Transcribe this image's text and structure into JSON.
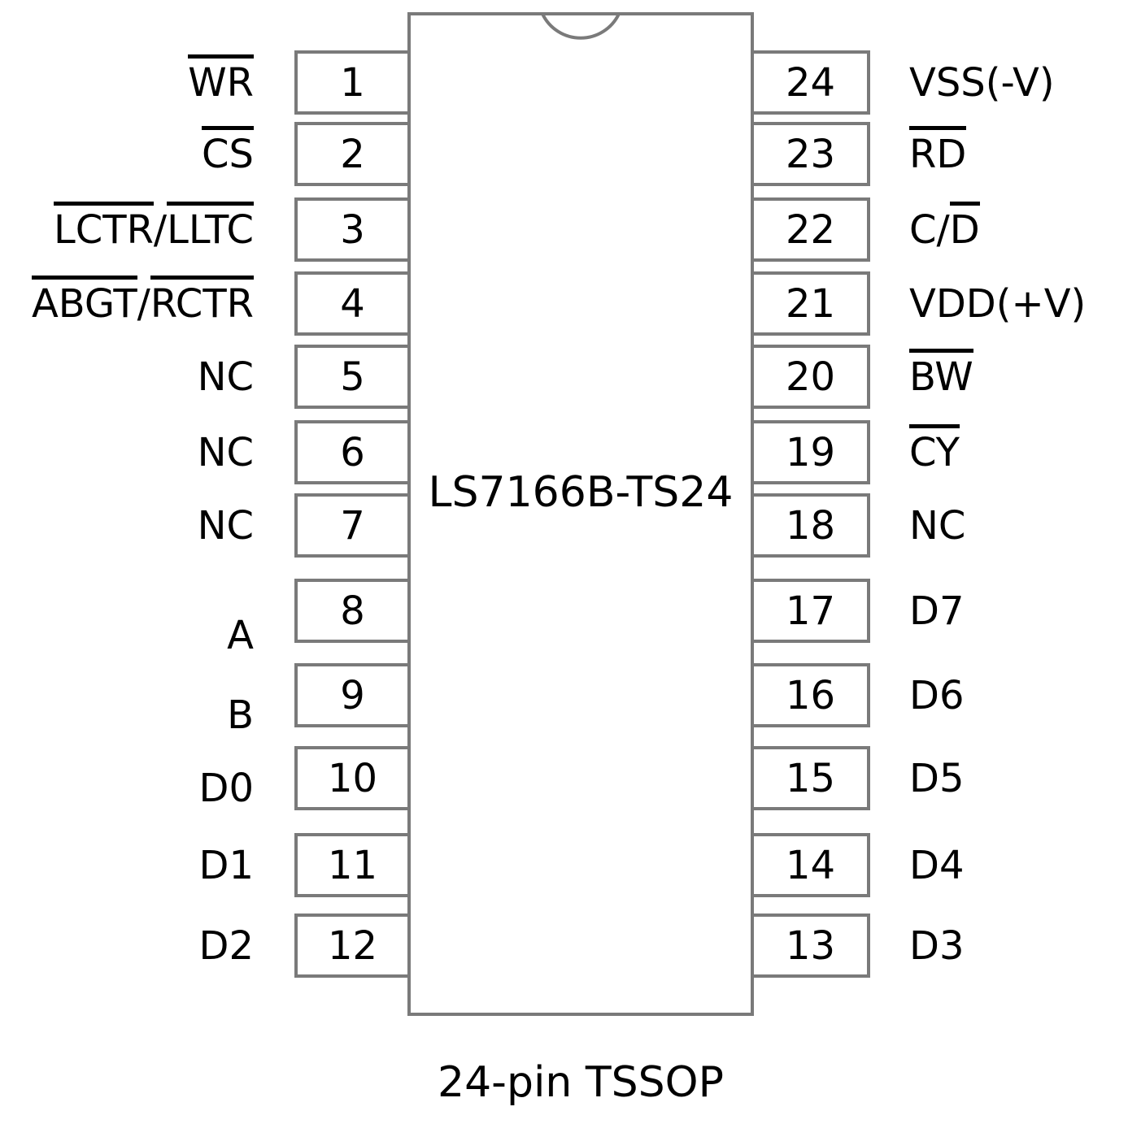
{
  "diagram": {
    "chip_label": "LS7166B-TS24",
    "caption": "24-pin TSSOP",
    "package_type": "TSSOP",
    "pin_count": 24,
    "colors": {
      "outline": "#7a7a7a",
      "text": "#000000",
      "background": "#ffffff"
    }
  },
  "pins": {
    "left": [
      {
        "number": "1",
        "segments": [
          {
            "text": "WR",
            "overline": true
          }
        ]
      },
      {
        "number": "2",
        "segments": [
          {
            "text": "CS",
            "overline": true
          }
        ]
      },
      {
        "number": "3",
        "segments": [
          {
            "text": "LCTR",
            "overline": true
          },
          {
            "text": "/",
            "overline": false
          },
          {
            "text": "LLTC",
            "overline": true
          }
        ]
      },
      {
        "number": "4",
        "segments": [
          {
            "text": "ABGT",
            "overline": true
          },
          {
            "text": "/",
            "overline": false
          },
          {
            "text": "RCTR",
            "overline": true
          }
        ]
      },
      {
        "number": "5",
        "segments": [
          {
            "text": "NC",
            "overline": false
          }
        ]
      },
      {
        "number": "6",
        "segments": [
          {
            "text": "NC",
            "overline": false
          }
        ]
      },
      {
        "number": "7",
        "segments": [
          {
            "text": "NC",
            "overline": false
          }
        ]
      },
      {
        "number": "8",
        "segments": [
          {
            "text": "A",
            "overline": false
          }
        ]
      },
      {
        "number": "9",
        "segments": [
          {
            "text": "B",
            "overline": false
          }
        ]
      },
      {
        "number": "10",
        "segments": [
          {
            "text": "D0",
            "overline": false
          }
        ]
      },
      {
        "number": "11",
        "segments": [
          {
            "text": "D1",
            "overline": false
          }
        ]
      },
      {
        "number": "12",
        "segments": [
          {
            "text": "D2",
            "overline": false
          }
        ]
      }
    ],
    "right": [
      {
        "number": "24",
        "segments": [
          {
            "text": "VSS(-V)",
            "overline": false
          }
        ]
      },
      {
        "number": "23",
        "segments": [
          {
            "text": "RD",
            "overline": true
          }
        ]
      },
      {
        "number": "22",
        "segments": [
          {
            "text": "C/",
            "overline": false
          },
          {
            "text": "D",
            "overline": true
          }
        ]
      },
      {
        "number": "21",
        "segments": [
          {
            "text": "VDD(+V)",
            "overline": false
          }
        ]
      },
      {
        "number": "20",
        "segments": [
          {
            "text": "BW",
            "overline": true
          }
        ]
      },
      {
        "number": "19",
        "segments": [
          {
            "text": "CY",
            "overline": true
          }
        ]
      },
      {
        "number": "18",
        "segments": [
          {
            "text": "NC",
            "overline": false
          }
        ]
      },
      {
        "number": "17",
        "segments": [
          {
            "text": "D7",
            "overline": false
          }
        ]
      },
      {
        "number": "16",
        "segments": [
          {
            "text": "D6",
            "overline": false
          }
        ]
      },
      {
        "number": "15",
        "segments": [
          {
            "text": "D5",
            "overline": false
          }
        ]
      },
      {
        "number": "14",
        "segments": [
          {
            "text": "D4",
            "overline": false
          }
        ]
      },
      {
        "number": "13",
        "segments": [
          {
            "text": "D3",
            "overline": false
          }
        ]
      }
    ]
  }
}
